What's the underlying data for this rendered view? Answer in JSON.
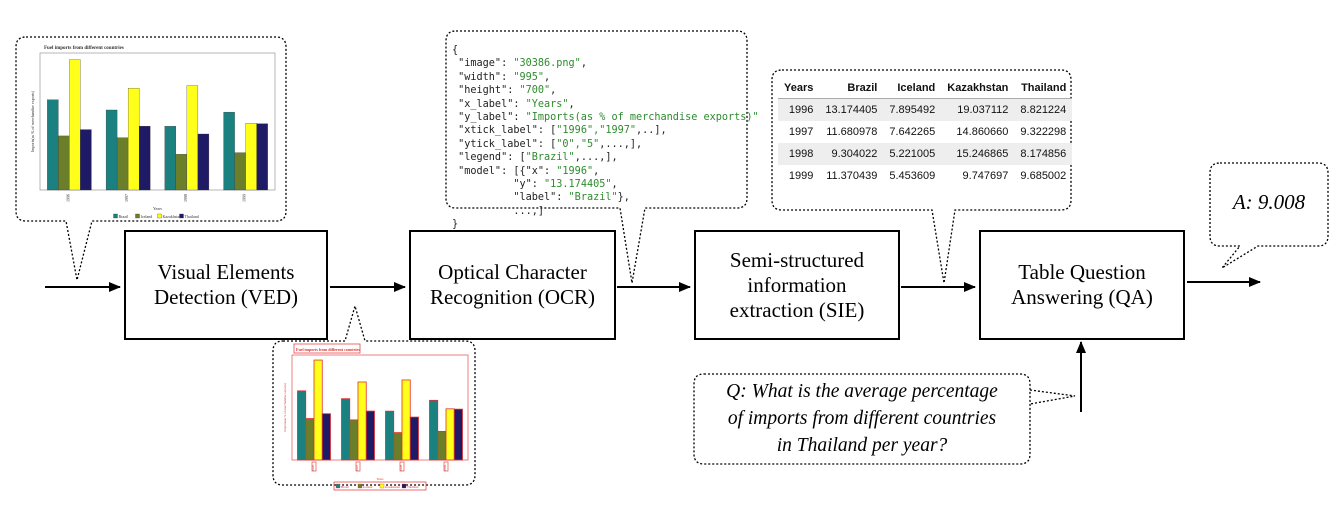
{
  "stages": [
    {
      "line1": "Visual Elements",
      "line2": "Detection (VED)"
    },
    {
      "line1": "Optical Character",
      "line2": "Recognition (OCR)"
    },
    {
      "line1": "Semi-structured",
      "line2": "information",
      "line3": "extraction (SIE)"
    },
    {
      "line1": "Table Question",
      "line2": "Answering (QA)"
    }
  ],
  "question": {
    "line1": "Q: What is the average percentage",
    "line2": "of imports from different countries",
    "line3": "in Thailand per year?"
  },
  "answer": "A: 9.008",
  "ocr_json": {
    "open": "{",
    "close": "}",
    "lines": [
      {
        "key": "\"image\": ",
        "val": "\"30386.png\"",
        "end": ","
      },
      {
        "key": "\"width\": ",
        "val": "\"995\"",
        "end": ","
      },
      {
        "key": "\"height\": ",
        "val": "\"700\"",
        "end": ","
      },
      {
        "key": "\"x_label\": ",
        "val": "\"Years\"",
        "end": ","
      },
      {
        "key": "\"y_label\": ",
        "val": "\"Imports(as % of merchandise exports)\"",
        "end": ""
      },
      {
        "key": "\"xtick_label\": [",
        "val": "\"1996\",\"1997\"",
        "end": ",..],"
      },
      {
        "key": "\"ytick_label\": [",
        "val": "\"0\",\"5\"",
        "end": ",...,],"
      },
      {
        "key": "\"legend\": [",
        "val": "\"Brazil\"",
        "end": ",...,],"
      },
      {
        "key": "\"model\": [{\"x\": ",
        "val": "\"1996\"",
        "end": ","
      },
      {
        "key": "         \"y\": ",
        "val": "\"13.174405\"",
        "end": ","
      },
      {
        "key": "         \"label\": ",
        "val": "\"Brazil\"",
        "end": "},"
      },
      {
        "key": "         ...,]",
        "val": "",
        "end": ""
      }
    ]
  },
  "table": {
    "headers": [
      "Years",
      "Brazil",
      "Iceland",
      "Kazakhstan",
      "Thailand"
    ],
    "rows": [
      [
        "1996",
        "13.174405",
        "7.895492",
        "19.037112",
        "8.821224"
      ],
      [
        "1997",
        "11.680978",
        "7.642265",
        "14.860660",
        "9.322298"
      ],
      [
        "1998",
        "9.304022",
        "5.221005",
        "15.246865",
        "8.174856"
      ],
      [
        "1999",
        "11.370439",
        "5.453609",
        "9.747697",
        "9.685002"
      ]
    ]
  },
  "chart_data": {
    "type": "bar",
    "title": "Fuel imports from different countries",
    "xlabel": "Years",
    "ylabel": "Imports(as % of merchandise exports)",
    "categories": [
      "1996",
      "1997",
      "1998",
      "1999"
    ],
    "series": [
      {
        "name": "Brazil",
        "color": "#1b8080",
        "values": [
          13.174405,
          11.680978,
          9.304022,
          11.370439
        ]
      },
      {
        "name": "Iceland",
        "color": "#6b7f2a",
        "values": [
          7.895492,
          7.642265,
          5.221005,
          5.453609
        ]
      },
      {
        "name": "Kazakhstan",
        "color": "#ffff1a",
        "values": [
          19.037112,
          14.86066,
          15.246865,
          9.747697
        ]
      },
      {
        "name": "Thailand",
        "color": "#1f1a66",
        "values": [
          8.821224,
          9.322298,
          8.174856,
          9.685002
        ]
      }
    ],
    "ylim": [
      0,
      20
    ],
    "legend_position": "bottom"
  },
  "colors": {
    "stroke": "#000000",
    "detect_box": "#e03030",
    "code_string": "#2e8b2e"
  }
}
